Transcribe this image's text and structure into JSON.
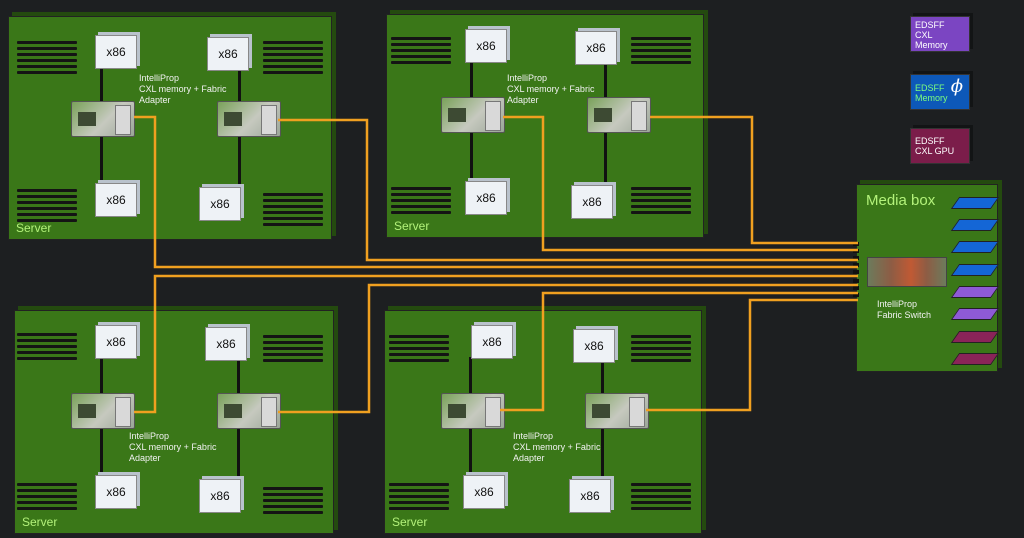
{
  "cpu_label": "x86",
  "servers": [
    {
      "label": "Server",
      "adapter_label": [
        "IntelliProp",
        "CXL memory + Fabric",
        "Adapter"
      ]
    },
    {
      "label": "Server",
      "adapter_label": [
        "IntelliProp",
        "CXL memory + Fabric",
        "Adapter"
      ]
    },
    {
      "label": "Server",
      "adapter_label": [
        "IntelliProp",
        "CXL memory + Fabric",
        "Adapter"
      ]
    },
    {
      "label": "Server",
      "adapter_label": [
        "IntelliProp",
        "CXL memory + Fabric",
        "Adapter"
      ]
    }
  ],
  "legend": [
    {
      "lines": [
        "EDSFF",
        "CXL",
        "Memory"
      ],
      "color": "#7b45c2"
    },
    {
      "lines": [
        "EDSFF",
        "Memory"
      ],
      "glyph": "ϕ",
      "color": "#0d58b8"
    },
    {
      "lines": [
        "EDSFF",
        "CXL GPU"
      ],
      "color": "#7b1d4a"
    }
  ],
  "media_box": {
    "title": "Media box",
    "switch_label": [
      "IntelliProp",
      "Fabric Switch"
    ],
    "bays": [
      "blue",
      "blue",
      "blue",
      "blue",
      "purple",
      "purple",
      "magenta",
      "magenta"
    ]
  },
  "colors": {
    "server_green": "#3a7718",
    "link_orange": "#f0a020",
    "label_green": "#b3f27a"
  }
}
